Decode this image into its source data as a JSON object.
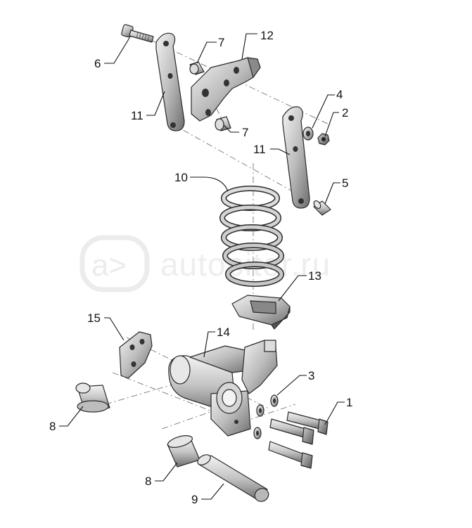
{
  "watermark": {
    "text": "autopiter.ru"
  },
  "callouts": {
    "c1": "1",
    "c2": "2",
    "c3": "3",
    "c4": "4",
    "c5": "5",
    "c6": "6",
    "c7a": "7",
    "c7b": "7",
    "c8a": "8",
    "c8b": "8",
    "c9": "9",
    "c10": "10",
    "c11a": "11",
    "c11b": "11",
    "c12": "12",
    "c13": "13",
    "c14": "14",
    "c15": "15"
  }
}
